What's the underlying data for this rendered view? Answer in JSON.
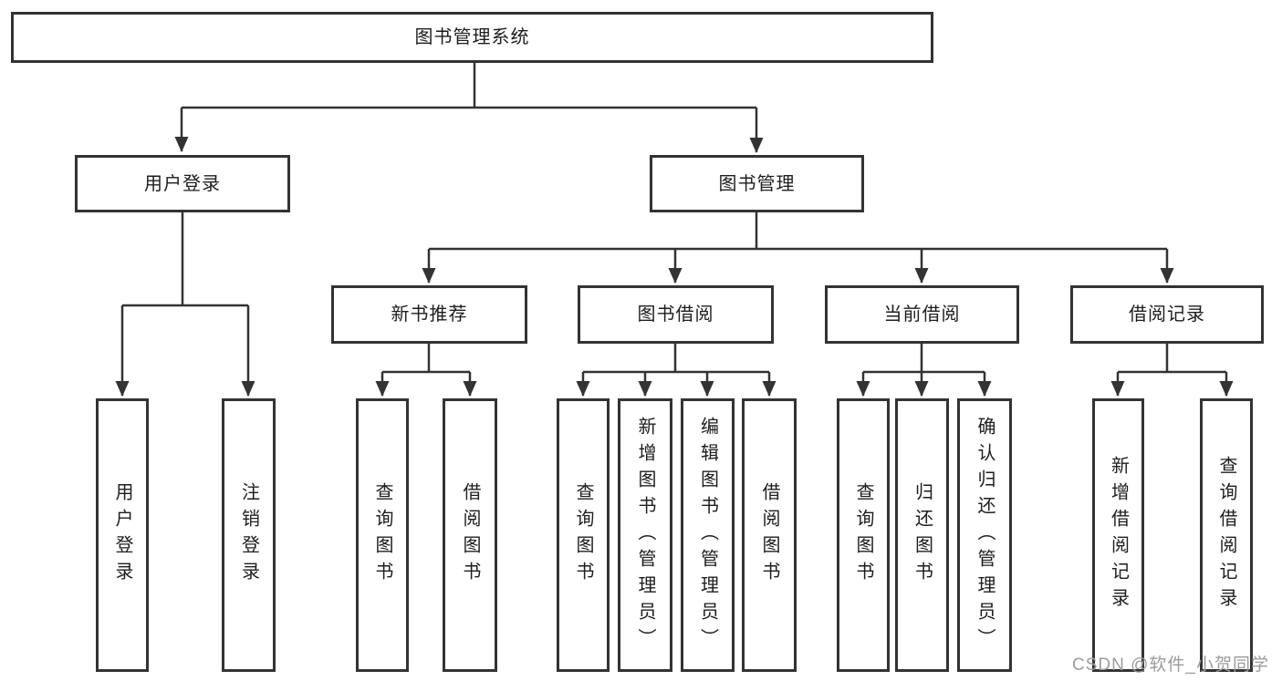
{
  "diagram": {
    "type": "functional-decomposition-tree",
    "colors": {
      "line": "#333333",
      "box_border": "#333333",
      "box_fill": "#ffffff",
      "text": "#1d1d1d",
      "watermark": "#9c9c9c",
      "background": "#ffffff"
    },
    "tree": {
      "root": {
        "label": "图书管理系统"
      },
      "children": [
        {
          "label": "用户登录",
          "children": [
            {
              "label": "用户登录"
            },
            {
              "label": "注销登录"
            }
          ]
        },
        {
          "label": "图书管理",
          "children": [
            {
              "label": "新书推荐",
              "children": [
                {
                  "label": "查询图书"
                },
                {
                  "label": "借阅图书"
                }
              ]
            },
            {
              "label": "图书借阅",
              "children": [
                {
                  "label": "查询图书"
                },
                {
                  "label": "新增图书（管理员）"
                },
                {
                  "label": "编辑图书（管理员）"
                },
                {
                  "label": "借阅图书"
                }
              ]
            },
            {
              "label": "当前借阅",
              "children": [
                {
                  "label": "查询图书"
                },
                {
                  "label": "归还图书"
                },
                {
                  "label": "确认归还（管理员）"
                }
              ]
            },
            {
              "label": "借阅记录",
              "children": [
                {
                  "label": "新增借阅记录"
                },
                {
                  "label": "查询借阅记录"
                }
              ]
            }
          ]
        }
      ]
    },
    "watermark": "CSDN @软件_小贺同学"
  }
}
